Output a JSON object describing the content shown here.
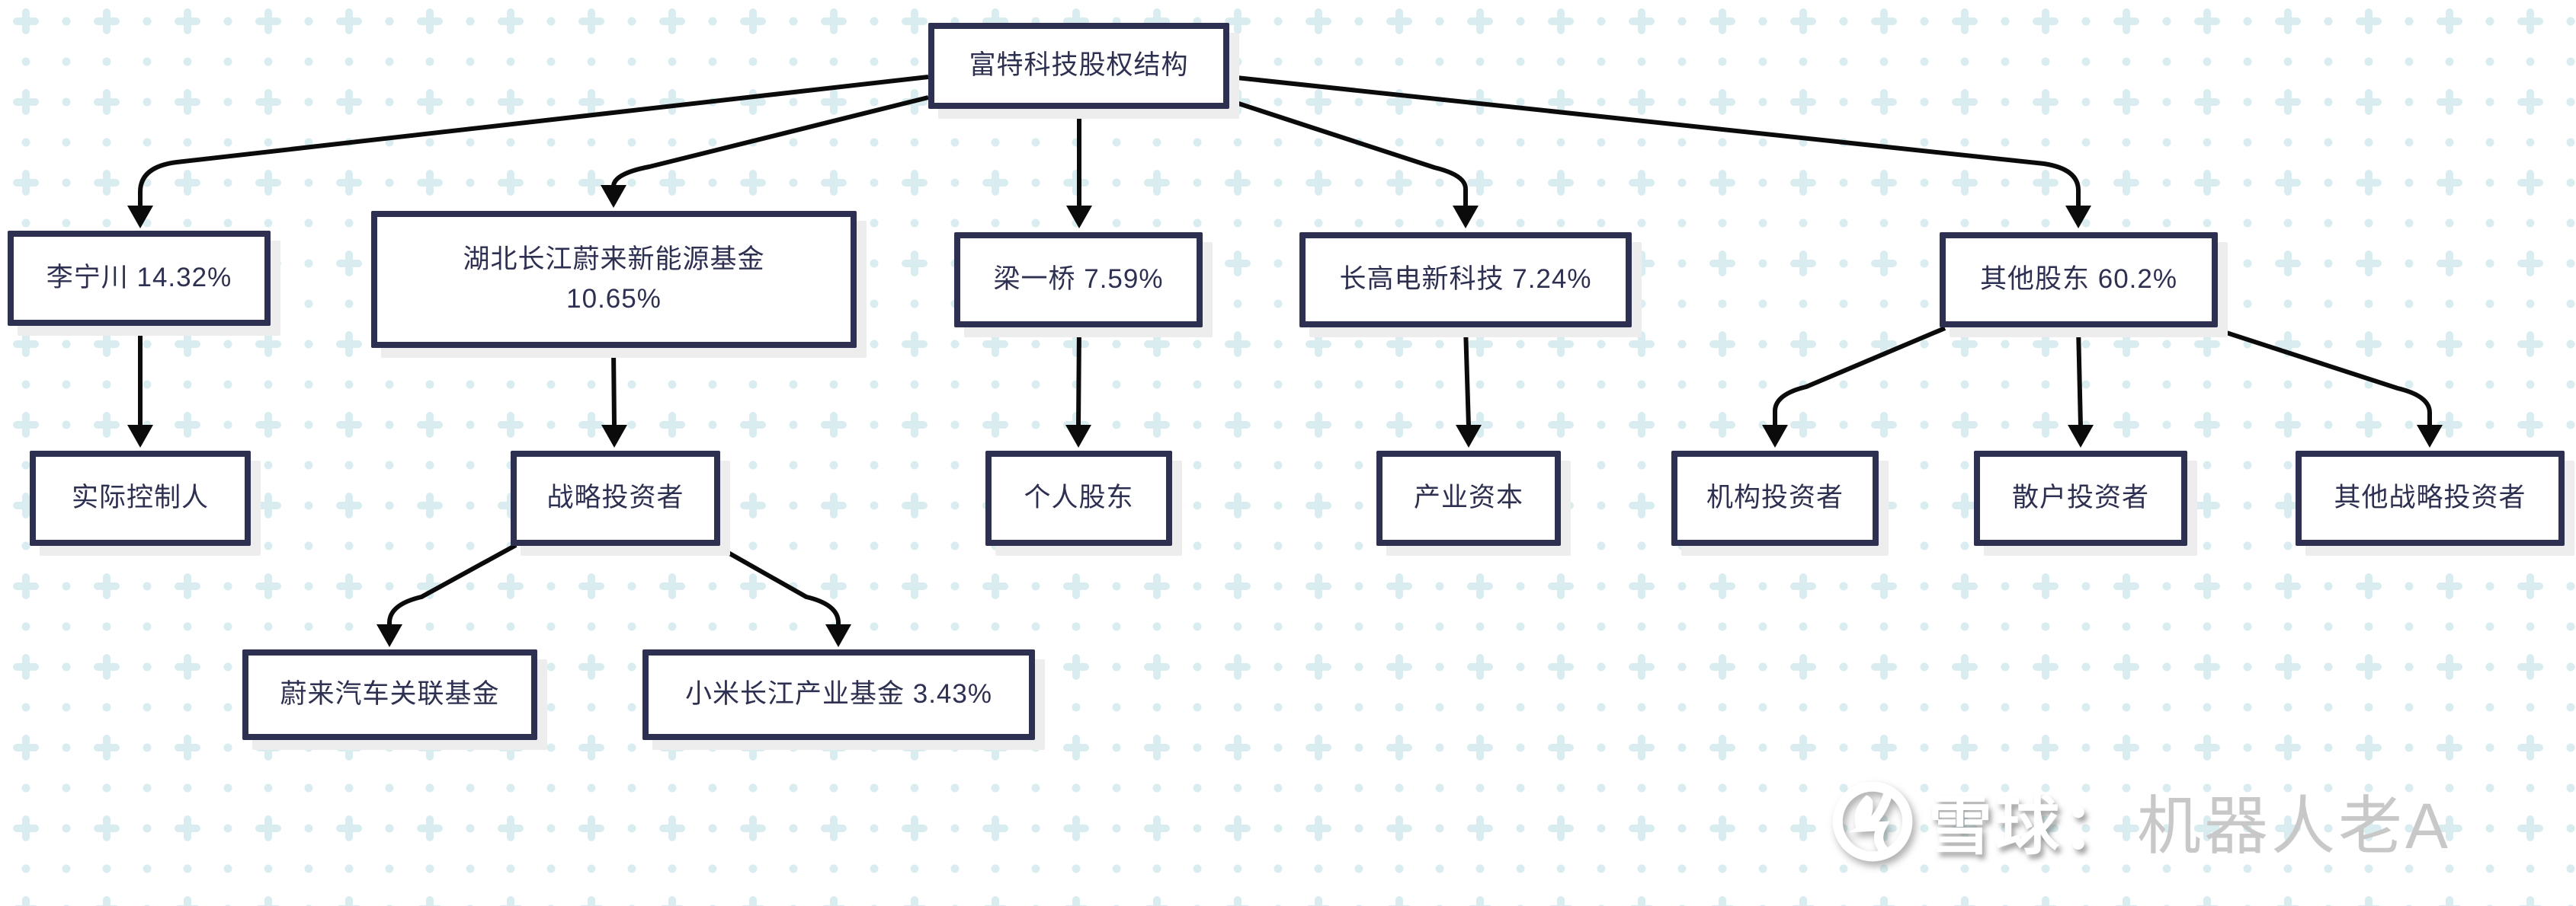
{
  "diagram": {
    "title": "富特科技股权结构",
    "root": {
      "label": "富特科技股权结构",
      "children": [
        {
          "label": "李宁川 14.32%",
          "name": "李宁川",
          "percent": "14.32%",
          "children": [
            {
              "label": "实际控制人"
            }
          ]
        },
        {
          "label": "湖北长江蔚来新能源基金 10.65%",
          "label_line1": "湖北长江蔚来新能源基金",
          "label_line2": "10.65%",
          "name": "湖北长江蔚来新能源基金",
          "percent": "10.65%",
          "children": [
            {
              "label": "战略投资者",
              "children": [
                {
                  "label": "蔚来汽车关联基金"
                },
                {
                  "label": "小米长江产业基金 3.43%",
                  "name": "小米长江产业基金",
                  "percent": "3.43%"
                }
              ]
            }
          ]
        },
        {
          "label": "梁一桥 7.59%",
          "name": "梁一桥",
          "percent": "7.59%",
          "children": [
            {
              "label": "个人股东"
            }
          ]
        },
        {
          "label": "长高电新科技 7.24%",
          "name": "长高电新科技",
          "percent": "7.24%",
          "children": [
            {
              "label": "产业资本"
            }
          ]
        },
        {
          "label": "其他股东 60.2%",
          "name": "其他股东",
          "percent": "60.2%",
          "children": [
            {
              "label": "机构投资者"
            },
            {
              "label": "散户投资者"
            },
            {
              "label": "其他战略投资者"
            }
          ]
        }
      ]
    }
  },
  "watermark": {
    "site": "雪球：",
    "author": "机器人老A"
  },
  "colors": {
    "box_border": "#2e3051",
    "box_text": "#2e3051",
    "connector": "#0b0b0b",
    "pattern": "#d9edf0",
    "box_shadow": "#ededed",
    "watermark_gray": "#c8c8c8"
  }
}
